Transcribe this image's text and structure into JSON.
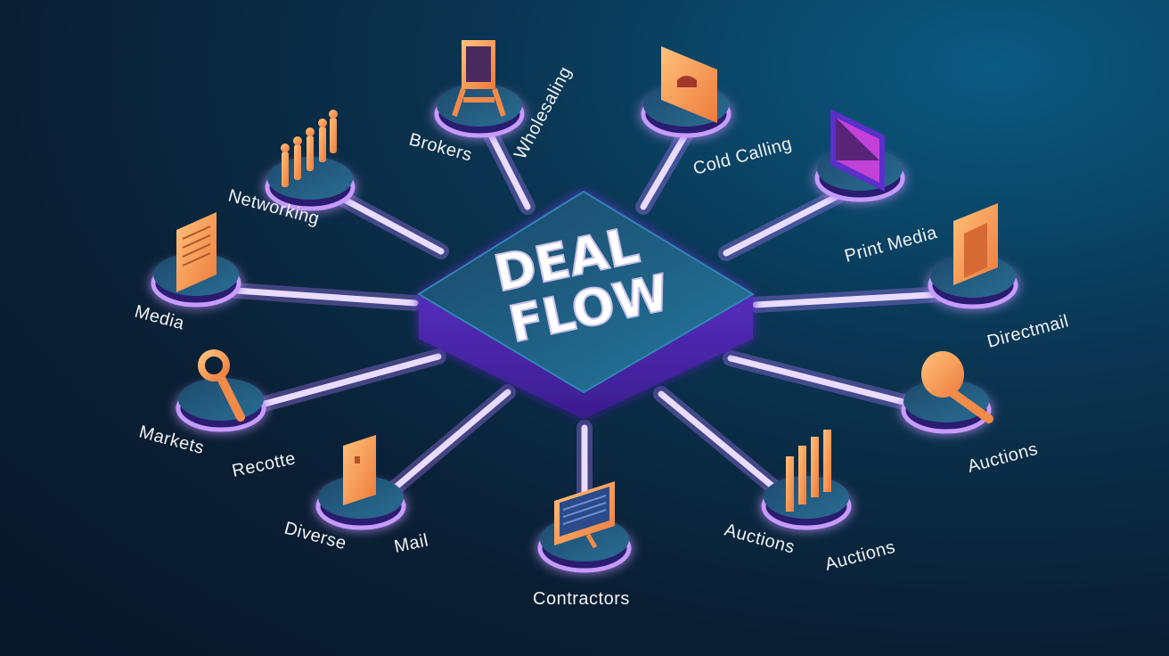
{
  "hub": {
    "line1": "DEAL",
    "line2": "FLOW"
  },
  "nodes": {
    "brokers": "Brokers",
    "wholesaling": "Wholesaling",
    "cold_calling": "Cold Calling",
    "networking": "Networking",
    "print_media": "Print Media",
    "media": "Media",
    "directmail": "Directmail",
    "markets": "Markets",
    "recotte": "Recotte",
    "auctions_right": "Auctions",
    "diverse": "Diverse",
    "mail": "Mail",
    "contractors": "Contractors",
    "auctions_left": "Auctions",
    "auctions_mid": "Auctions"
  },
  "colors": {
    "icon": "#f28a4a",
    "hub_top": "#1b5a7a",
    "hub_side": "#5b2fc9",
    "glow": "#b77dff"
  }
}
